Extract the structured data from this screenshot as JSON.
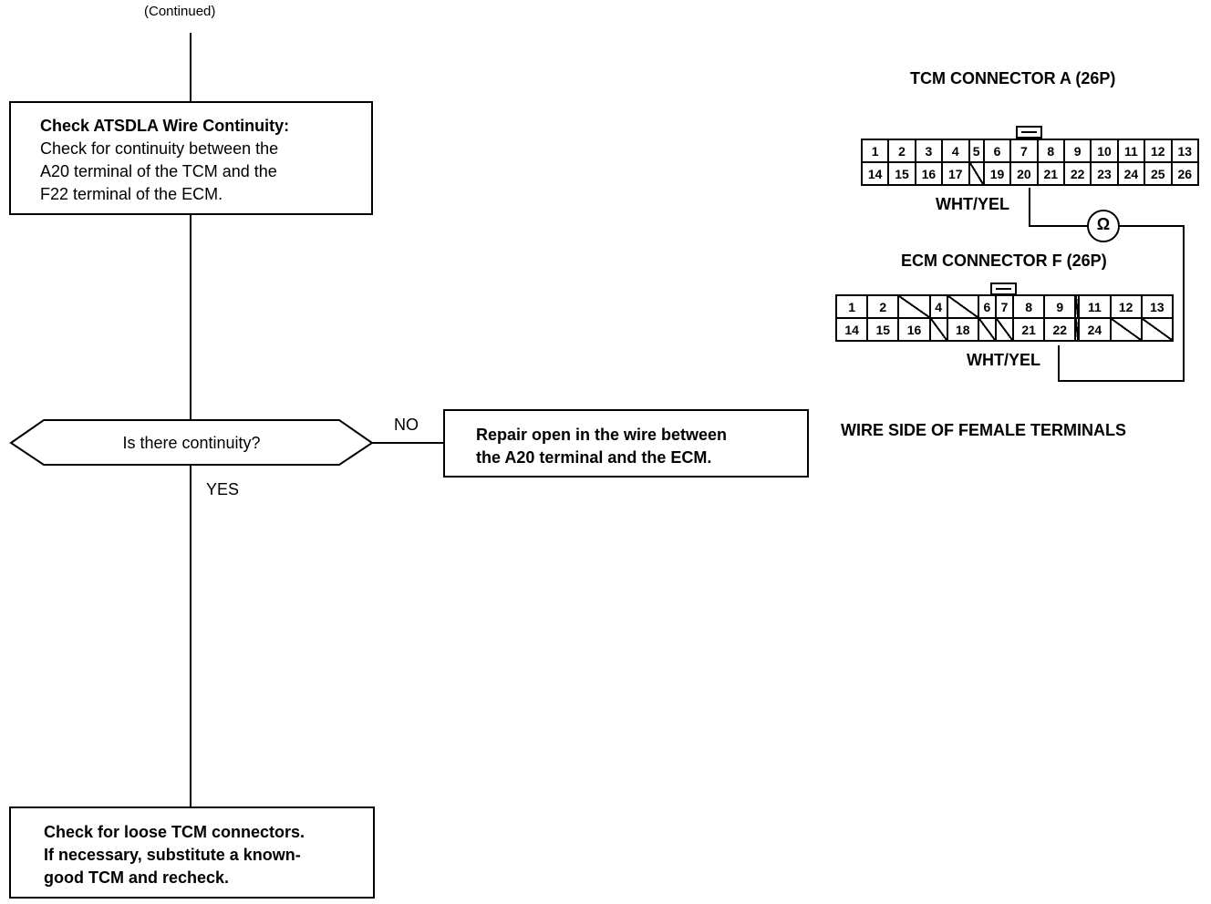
{
  "continued": "(Continued)",
  "step_check": {
    "title": "Check ATSDLA Wire Continuity:",
    "lines": [
      "Check for continuity between the",
      "A20 terminal of the TCM and the",
      "F22 terminal of the ECM."
    ]
  },
  "decision": {
    "question": "Is there continuity?",
    "no_label": "NO",
    "yes_label": "YES"
  },
  "repair_box": {
    "lines": [
      "Repair open in the wire between",
      "the A20 terminal and the ECM."
    ]
  },
  "final_box": {
    "lines": [
      "Check for loose TCM connectors.",
      "If necessary, substitute a known-",
      "good TCM and recheck."
    ]
  },
  "tcm_connector": {
    "title": "TCM CONNECTOR A (26P)",
    "row1": [
      "1",
      "2",
      "3",
      "4",
      "5",
      "6",
      "7",
      "8",
      "9",
      "10",
      "11",
      "12",
      "13"
    ],
    "row2": [
      "14",
      "15",
      "16",
      "17",
      "",
      "19",
      "20",
      "21",
      "22",
      "23",
      "24",
      "25",
      "26"
    ],
    "wire_label": "WHT/YEL"
  },
  "ecm_connector": {
    "title": "ECM CONNECTOR F (26P)",
    "row1": [
      "1",
      "2",
      "",
      "4",
      "",
      "6",
      "7",
      "8",
      "9",
      "",
      "11",
      "12",
      "13"
    ],
    "row2": [
      "14",
      "15",
      "16",
      "",
      "18",
      "",
      "",
      "21",
      "22",
      "",
      "24",
      "",
      ""
    ],
    "wire_label": "WHT/YEL"
  },
  "meter_symbol": "Ω",
  "footer": "WIRE SIDE OF FEMALE TERMINALS"
}
